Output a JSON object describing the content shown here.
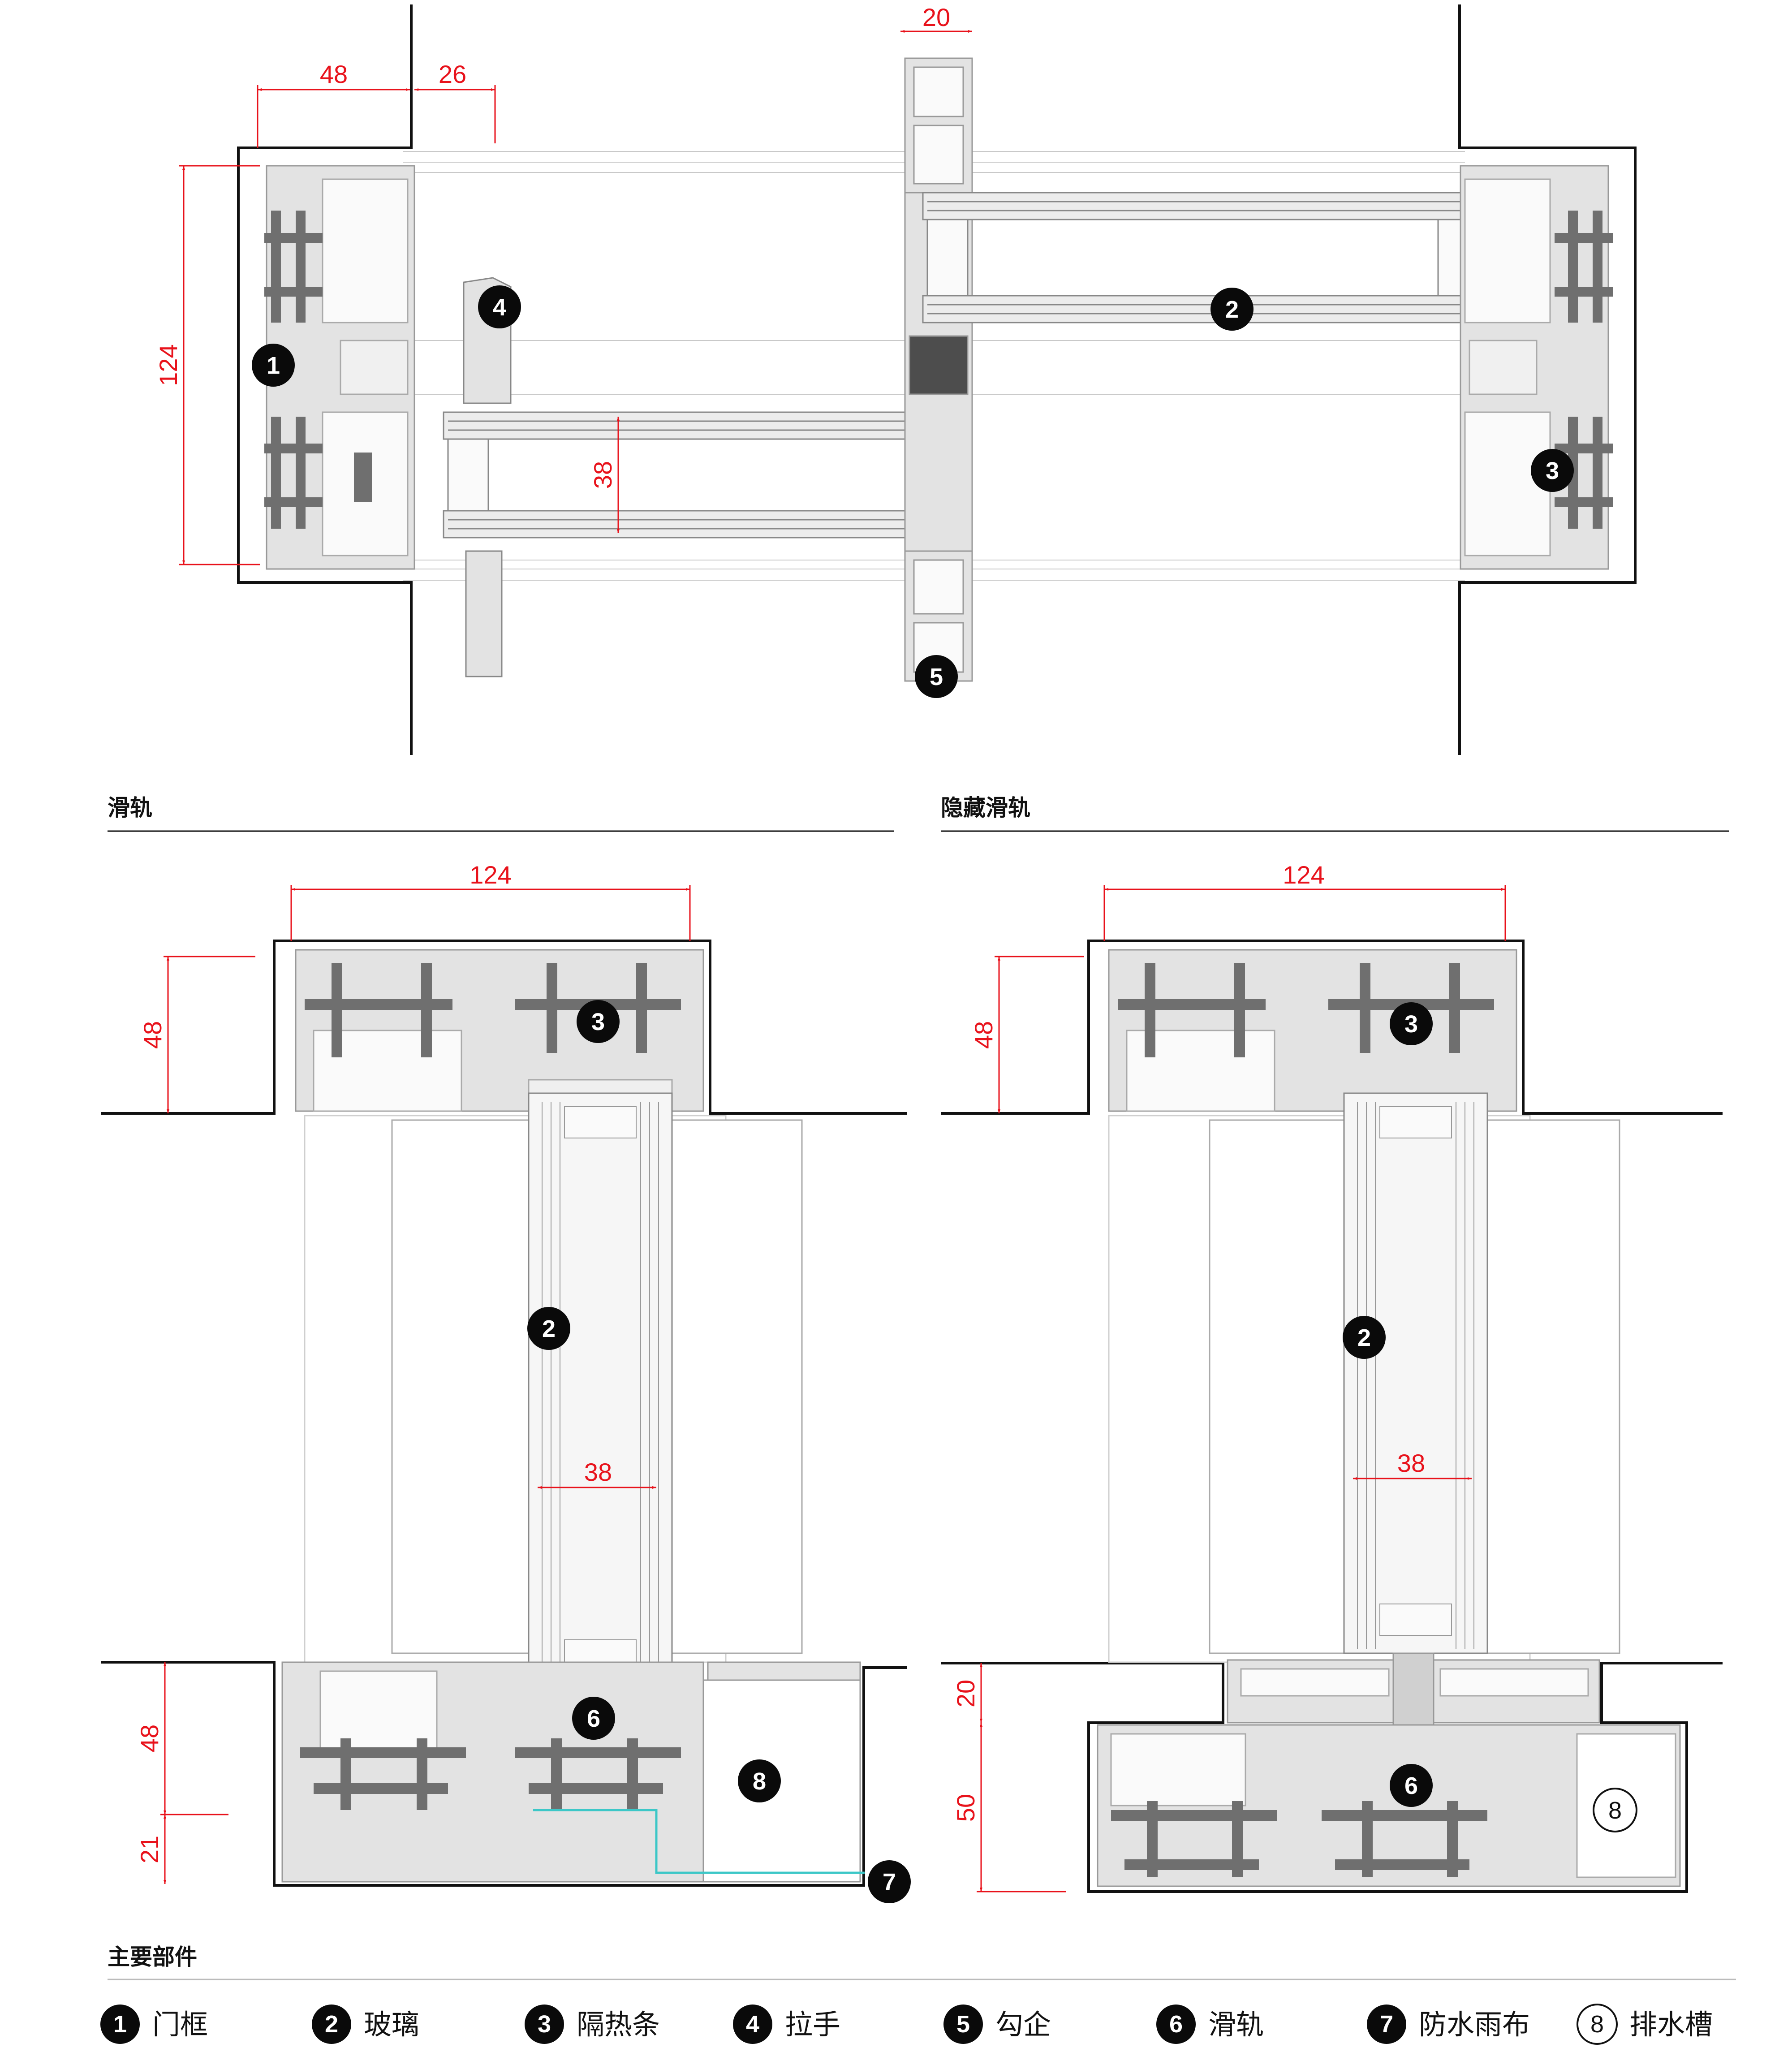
{
  "plan": {
    "dims": {
      "frame_depth": "48",
      "offset": "26",
      "interlock": "20",
      "height": "124",
      "glass": "38"
    },
    "callouts": [
      "1",
      "4",
      "2",
      "3",
      "5"
    ]
  },
  "left_section": {
    "title": "滑轨",
    "dims": {
      "width": "124",
      "head": "48",
      "glass": "38",
      "sill": "48",
      "drain": "21"
    },
    "callouts": [
      "3",
      "2",
      "6",
      "8",
      "7"
    ]
  },
  "right_section": {
    "title": "隐藏滑轨",
    "dims": {
      "width": "124",
      "head": "48",
      "glass": "38",
      "sill_top": "20",
      "sill": "50"
    },
    "callouts": [
      "3",
      "2",
      "6",
      "8"
    ]
  },
  "legend": {
    "title": "主要部件",
    "items": [
      {
        "num": "1",
        "label": "门框"
      },
      {
        "num": "2",
        "label": "玻璃"
      },
      {
        "num": "3",
        "label": "隔热条"
      },
      {
        "num": "4",
        "label": "拉手"
      },
      {
        "num": "5",
        "label": "勾企"
      },
      {
        "num": "6",
        "label": "滑轨"
      },
      {
        "num": "7",
        "label": "防水雨布"
      },
      {
        "num": "8",
        "label": "排水槽"
      }
    ]
  },
  "colors": {
    "dimension": "#e8121b",
    "profile": "#d9d9d9",
    "profile_edge": "#9a9a9a",
    "thermal_break": "#6b6b6b",
    "outline": "#111111",
    "membrane": "#3cc7c7"
  }
}
